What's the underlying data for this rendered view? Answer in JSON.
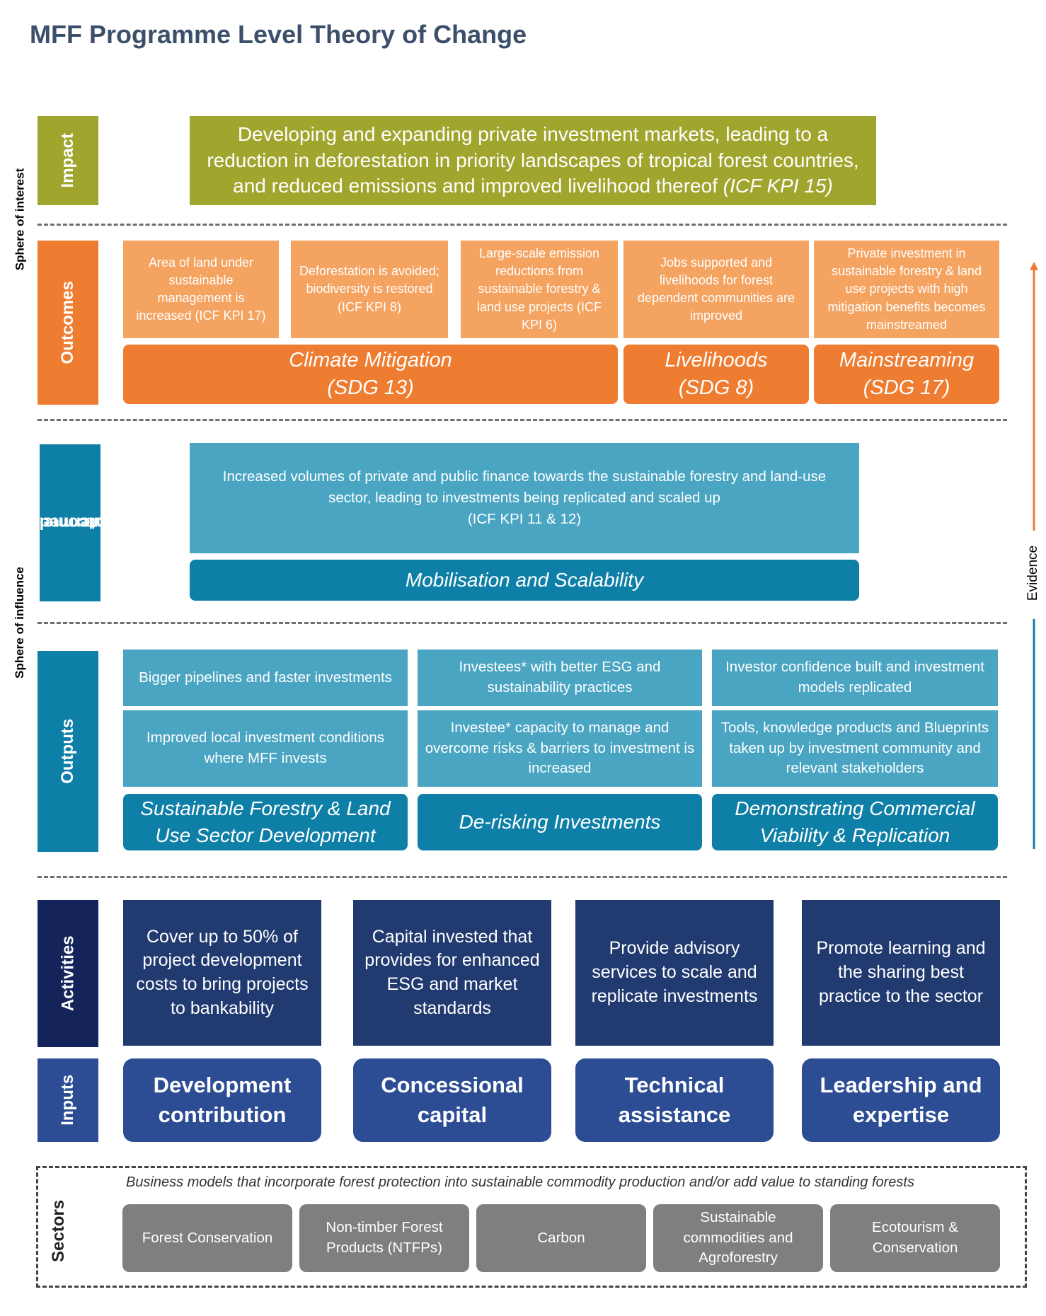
{
  "title": "MFF Programme Level Theory of Change",
  "side_labels": {
    "sphere_interest": "Sphere of interest",
    "sphere_influence": "Sphere of influence",
    "evidence": "Evidence"
  },
  "levels": {
    "impact": "Impact",
    "outcomes": "Outcomes",
    "intermediate_line1": "Intermediate",
    "intermediate_line2": "Outcome",
    "outputs": "Outputs",
    "activities": "Activities",
    "inputs": "Inputs",
    "sectors": "Sectors"
  },
  "impact": {
    "text": "Developing and expanding private investment markets, leading to a reduction in deforestation in priority landscapes of tropical forest countries, and reduced emissions and improved livelihood thereof",
    "kpi": "(ICF KPI 15)"
  },
  "outcomes": {
    "items": [
      "Area of land under sustainable management is increased (ICF KPI 17)",
      "Deforestation is avoided; biodiversity is restored (ICF KPI 8)",
      "Large-scale emission reductions from sustainable forestry & land use projects (ICF KPI 6)",
      "Jobs supported and livelihoods for forest dependent communities are improved",
      "Private investment in sustainable forestry & land use projects with high mitigation benefits becomes mainstreamed"
    ],
    "themes": [
      {
        "name": "Climate Mitigation",
        "sdg": "(SDG 13)"
      },
      {
        "name": "Livelihoods",
        "sdg": "(SDG 8)"
      },
      {
        "name": "Mainstreaming",
        "sdg": "(SDG 17)"
      }
    ]
  },
  "intermediate": {
    "text": "Increased volumes of private and public finance towards the sustainable forestry and land-use sector, leading to investments being replicated and scaled up",
    "kpi": "(ICF KPI 11 & 12)",
    "theme": "Mobilisation and Scalability"
  },
  "outputs": {
    "top": [
      "Bigger pipelines and faster investments",
      "Investees* with better ESG and sustainability practices",
      "Investor confidence built and investment models replicated"
    ],
    "middle": [
      "Improved local investment conditions where MFF invests",
      "Investee* capacity to manage and overcome risks & barriers to investment is increased",
      "Tools, knowledge products and Blueprints taken up by investment community and relevant stakeholders"
    ],
    "themes": [
      "Sustainable Forestry & Land Use Sector Development",
      "De-risking Investments",
      "Demonstrating Commercial Viability & Replication"
    ]
  },
  "activities": [
    "Cover up to 50% of project development costs to bring projects to bankability",
    "Capital invested that provides for enhanced ESG and market standards",
    "Provide advisory services to scale and replicate investments",
    "Promote learning and the sharing best practice to the sector"
  ],
  "inputs": [
    "Development contribution",
    "Concessional capital",
    "Technical assistance",
    "Leadership and expertise"
  ],
  "sectors": {
    "caption": "Business models that incorporate forest protection into sustainable commodity production and/or add value to standing forests",
    "items": [
      "Forest Conservation",
      "Non-timber Forest Products (NTFPs)",
      "Carbon",
      "Sustainable commodities and Agroforestry",
      "Ecotourism & Conservation"
    ]
  },
  "colors": {
    "impact": "#a0a52d",
    "outcome_light": "#f4a361",
    "outcome_dark": "#ee7d31",
    "output_light": "#4aa5c3",
    "output_dark": "#0e7fa6",
    "activity": "#213a70",
    "input": "#2c4d94",
    "sector": "#7f7f7f"
  }
}
